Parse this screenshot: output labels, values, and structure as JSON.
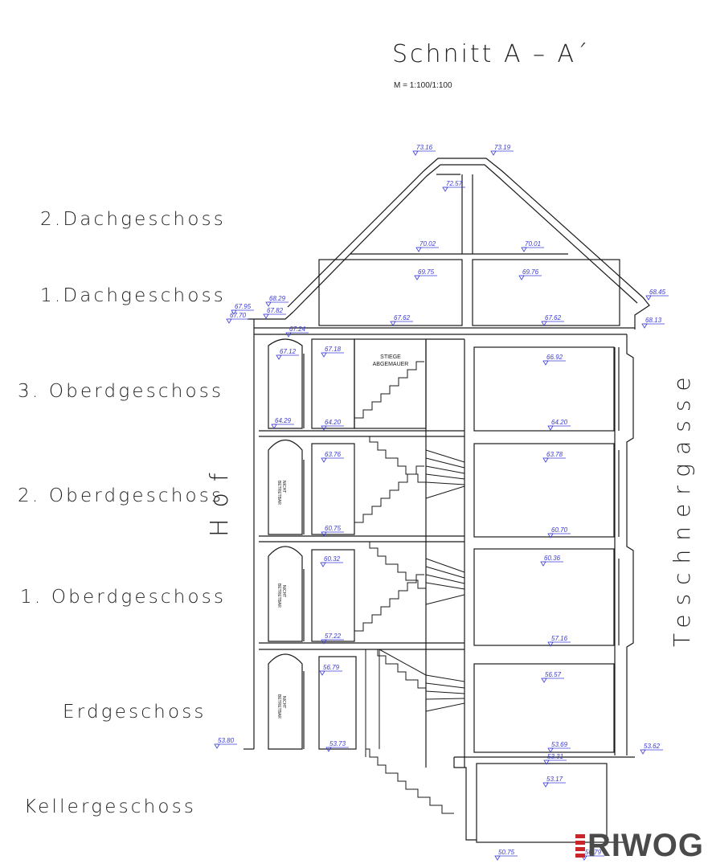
{
  "title": "Schnitt A – A´",
  "scale": "M = 1:100/1:100",
  "floors": {
    "dg2": "2.Dachgeschoss",
    "dg1": "1.Dachgeschoss",
    "og3": "3. Oberdgeschoss",
    "og2": "2. Oberdgeschoss",
    "og1": "1. Oberdgeschoss",
    "eg": "Erdgeschoss",
    "kg": "Kellergeschoss"
  },
  "side_left": "Hof",
  "side_right": "Teschnergasse",
  "stair_label": [
    "STIEGE",
    "ABGEMAUER"
  ],
  "room_note": [
    "NICHT",
    "BETRETBAR"
  ],
  "levels": {
    "l7316": "73.16",
    "l7319": "73.19",
    "l7257": "72.57",
    "l7002": "70.02",
    "l7001": "70.01",
    "l6975": "69.75",
    "l6976": "69.76",
    "l6829": "68.29",
    "l6782": "67.82",
    "l6795": "67.95",
    "l6770": "67.70",
    "l6762a": "67.62",
    "l6762b": "67.62",
    "l6845": "68.45",
    "l6813": "68.13",
    "l6724": "67.24",
    "l6712": "67.12",
    "l6718": "67.18",
    "l6692": "66.92",
    "l6429": "64.29",
    "l6420a": "64.20",
    "l6420b": "64.20",
    "l6376": "63.76",
    "l6378": "63.78",
    "l6075": "60.75",
    "l6070": "60.70",
    "l6032": "60.32",
    "l6036": "60.36",
    "l5722": "57.22",
    "l5716": "57.16",
    "l5679": "56.79",
    "l5657": "56.57",
    "l5380": "53.80",
    "l5373": "53.73",
    "l5369": "53.69",
    "l5331": "53.31",
    "l5317": "53.17",
    "l5362": "53.62",
    "l5075": "50.75",
    "l5079": "50.79"
  },
  "logo_text": "RIWOG",
  "colors": {
    "line": "#1a1a1a",
    "level": "#3b3bd6",
    "logo_red": "#c9252c",
    "logo_grey": "#4a4a4a"
  }
}
